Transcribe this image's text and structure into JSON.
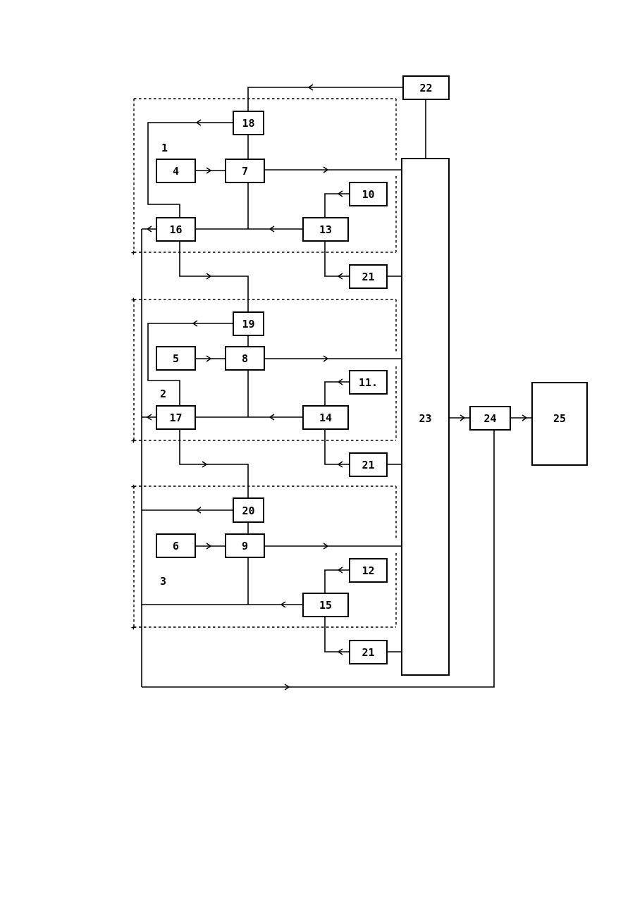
{
  "blocks": {
    "b4": "4",
    "b5": "5",
    "b6": "6",
    "b7": "7",
    "b8": "8",
    "b9": "9",
    "b10": "10",
    "b11": "11.",
    "b12": "12",
    "b13": "13",
    "b14": "14",
    "b15": "15",
    "b16": "16",
    "b17": "17",
    "b18": "18",
    "b19": "19",
    "b20": "20",
    "b21a": "21",
    "b21b": "21",
    "b21c": "21",
    "b22": "22",
    "b23": "23",
    "b24": "24",
    "b25": "25"
  },
  "groups": {
    "g1": "1",
    "g2": "2",
    "g3": "3"
  },
  "markers": {
    "plus": "+"
  }
}
